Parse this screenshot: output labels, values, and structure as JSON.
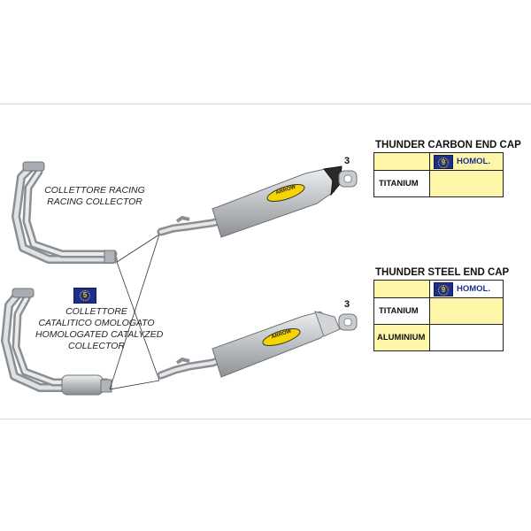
{
  "collectors": {
    "racing": {
      "line1": "COLLETTORE RACING",
      "line2": "RACING COLLECTOR"
    },
    "catalyzed": {
      "badge": "5",
      "line1": "COLLETTORE",
      "line2": "CATALITICO OMOLOGATO",
      "line3": "HOMOLOGATED CATALYZED",
      "line4": "COLLECTOR"
    }
  },
  "silencer_brand": "ARROW",
  "end_cap_quantity_top": "3",
  "end_cap_quantity_bottom": "3",
  "tables": [
    {
      "title": "THUNDER CARBON END CAP",
      "header_badge": "9",
      "header_label": "HOMOL.",
      "rows": [
        {
          "material": "TITANIUM",
          "material_bg": "#ffffff",
          "value_bg": "#fdf6a8"
        }
      ],
      "header_left_bg": "#fdf6a8",
      "header_right_bg": "#fdf6a8"
    },
    {
      "title": "THUNDER STEEL END CAP",
      "header_badge": "9",
      "header_label": "HOMOL.",
      "rows": [
        {
          "material": "TITANIUM",
          "material_bg": "#ffffff",
          "value_bg": "#fdf6a8"
        },
        {
          "material": "ALUMINIUM",
          "material_bg": "#fdf6a8",
          "value_bg": "#ffffff"
        }
      ],
      "header_left_bg": "#fdf6a8",
      "header_right_bg": "#ffffff"
    }
  ],
  "colors": {
    "eu_blue": "#1d2f8c",
    "eu_star": "#f5d000",
    "cell_yellow": "#fdf6a8",
    "metal": "#c6c9cc"
  }
}
